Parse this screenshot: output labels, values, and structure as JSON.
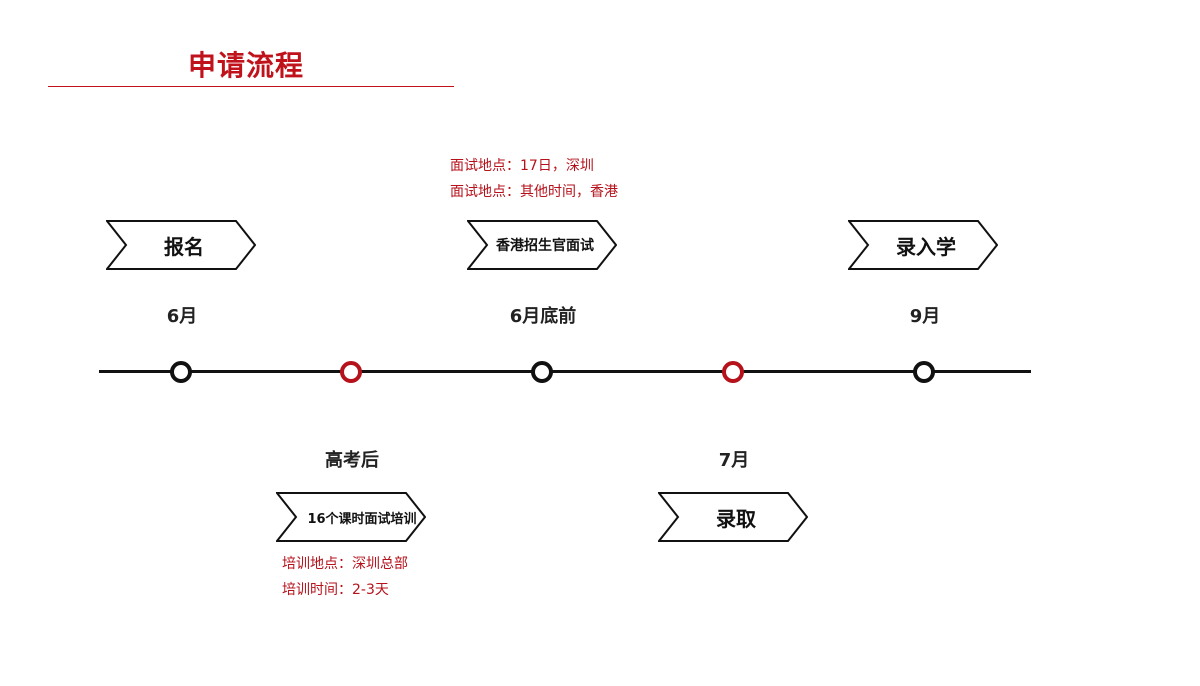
{
  "title": "申请流程",
  "colors": {
    "accent": "#c0121b",
    "line": "#111111",
    "node_red": "#b5121b"
  },
  "steps": [
    {
      "label": "报名",
      "date": "6月",
      "node": "black"
    },
    {
      "label": "16个课时面试培训",
      "date": "高考后",
      "node": "red",
      "notes": [
        "培训地点：深圳总部",
        "培训时间：2-3天"
      ]
    },
    {
      "label": "香港招生官面试",
      "date": "6月底前",
      "node": "black",
      "notes": [
        "面试地点：17日，深圳",
        "面试地点：其他时间，香港"
      ]
    },
    {
      "label": "录取",
      "date": "7月",
      "node": "red"
    },
    {
      "label": "录入学",
      "date": "9月",
      "node": "black"
    }
  ]
}
